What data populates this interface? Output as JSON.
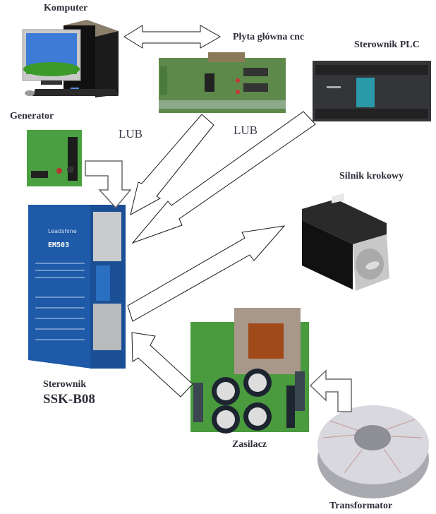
{
  "diagram": {
    "title": "CNC stepper control system",
    "nodes": [
      {
        "id": "komputer",
        "label": "Komputer"
      },
      {
        "id": "plyta",
        "label": "Płyta główna cnc"
      },
      {
        "id": "plc",
        "label": "Sterownik PLC"
      },
      {
        "id": "generator",
        "label": "Generator"
      },
      {
        "id": "silnik",
        "label": "Silnik krokowy"
      },
      {
        "id": "sterownik",
        "label": "Sterownik",
        "model": "SSK-B08",
        "device_print": "EM503",
        "brand": "Leadshine"
      },
      {
        "id": "zasilacz",
        "label": "Zasilacz"
      },
      {
        "id": "transformator",
        "label": "Transformator"
      }
    ],
    "alternatives": [
      "LUB",
      "LUB"
    ],
    "edges": [
      {
        "from": "komputer",
        "to": "plyta",
        "type": "bidirectional"
      },
      {
        "from": "generator",
        "to": "sterownik"
      },
      {
        "from": "plyta",
        "to": "sterownik"
      },
      {
        "from": "plc",
        "to": "sterownik"
      },
      {
        "from": "sterownik",
        "to": "silnik"
      },
      {
        "from": "zasilacz",
        "to": "sterownik"
      },
      {
        "from": "transformator",
        "to": "zasilacz"
      }
    ]
  }
}
